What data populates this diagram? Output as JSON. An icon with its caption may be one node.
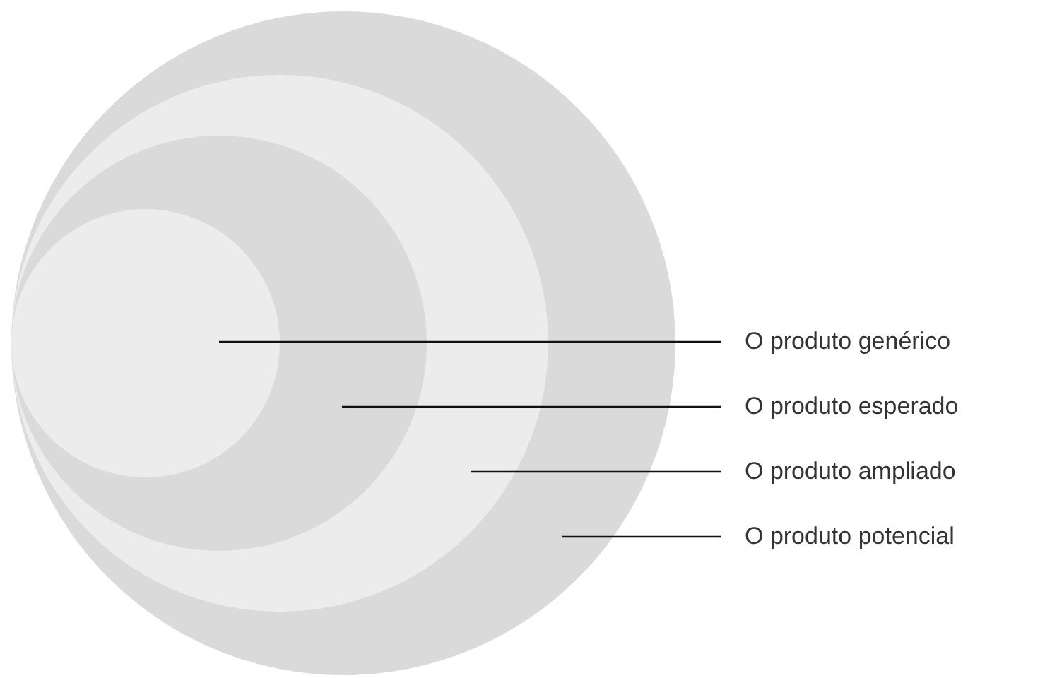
{
  "diagram": {
    "nodes": [
      {
        "text": [],
        "shape": "circle"
      },
      {
        "text": [],
        "shape": "circle",
        "in": 0
      },
      {
        "text": [],
        "shape": "circle",
        "in": 1
      },
      {
        "text": [],
        "shape": "circle",
        "in": 2
      },
      {
        "text": [
          "O produto genérico"
        ]
      },
      {
        "text": [
          "O produto esperado"
        ]
      },
      {
        "text": [
          "O produto ampliado"
        ]
      },
      {
        "text": [
          "O produto potencial"
        ]
      }
    ],
    "edges": [
      {
        "from": 4,
        "to": 3,
        "arrow": "none"
      },
      {
        "from": 5,
        "to": 2,
        "arrow": "none"
      },
      {
        "from": 6,
        "to": 1,
        "arrow": "none"
      },
      {
        "from": 7,
        "to": 0,
        "arrow": "none"
      }
    ]
  }
}
